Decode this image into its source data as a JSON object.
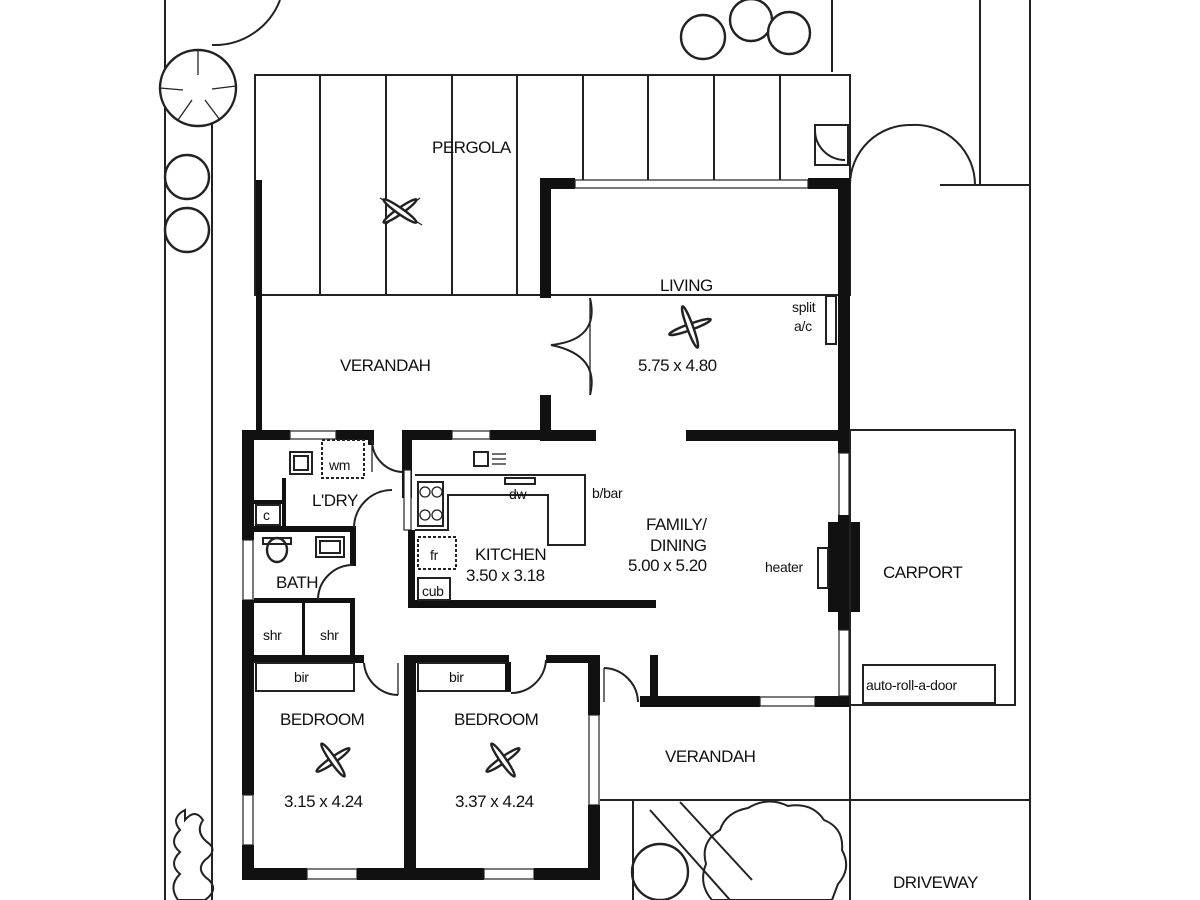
{
  "plan": {
    "rooms": {
      "pergola": "PERGOLA",
      "verandah_west": "VERANDAH",
      "living": "LIVING",
      "living_size": "5.75 x 4.80",
      "split_ac_line1": "split",
      "split_ac_line2": "a/c",
      "laundry": "L'DRY",
      "wm": "wm",
      "c": "c",
      "bath": "BATH",
      "shr_left": "shr",
      "shr_right": "shr",
      "kitchen": "KITCHEN",
      "kitchen_size": "3.50 x 3.18",
      "dw": "dw",
      "fr": "fr",
      "cub": "cub",
      "bbar": "b/bar",
      "family_line1": "FAMILY/",
      "family_line2": "DINING",
      "family_size": "5.00 x 5.20",
      "heater": "heater",
      "carport": "CARPORT",
      "roller_door": "auto-roll-a-door",
      "bir_left": "bir",
      "bir_right": "bir",
      "bedroom1": "BEDROOM",
      "bedroom1_size": "3.15 x 4.24",
      "bedroom2": "BEDROOM",
      "bedroom2_size": "3.37 x 4.24",
      "verandah_south": "VERANDAH",
      "driveway": "DRIVEWAY"
    }
  }
}
